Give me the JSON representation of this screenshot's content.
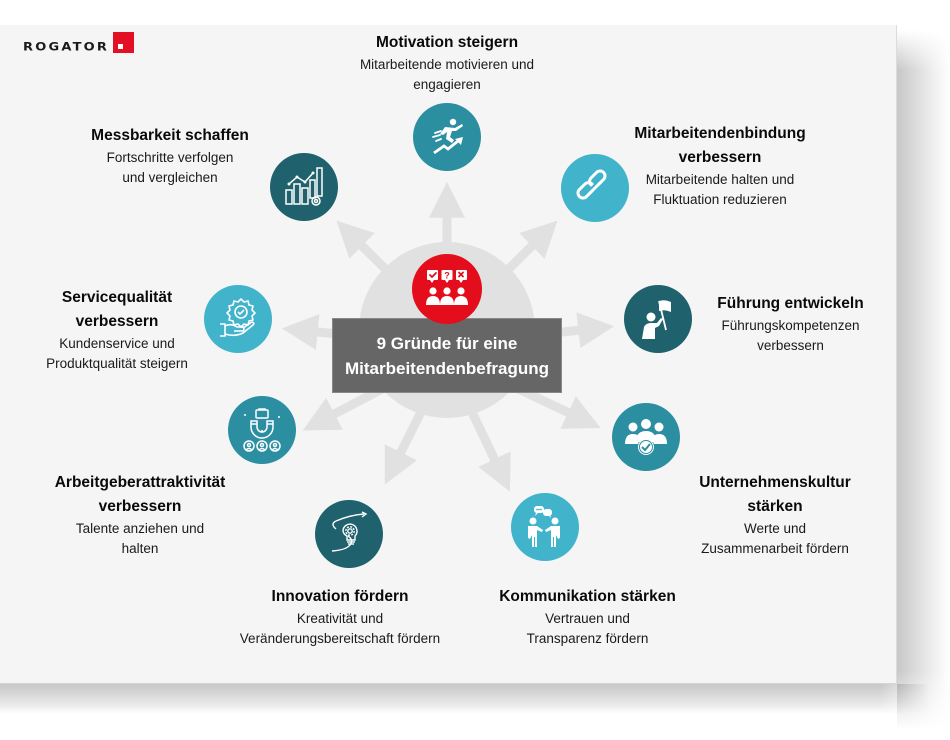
{
  "brand": {
    "logo_text": "ROGATOR",
    "accent_color": "#e30f25"
  },
  "hub": {
    "title_line1": "9 Gründe für eine",
    "title_line2": "Mitarbeitendenbefragung",
    "icon": "survey-feedback-group-icon",
    "icon_color": "#e30d1b",
    "box_color": "#666666"
  },
  "colors": {
    "teal": "#2b8fa1",
    "dark_teal": "#1f616c",
    "light_teal": "#41b3cb",
    "arrow": "#e1e1e1",
    "background": "#f5f5f5"
  },
  "reasons": [
    {
      "id": "motivation",
      "title": "Motivation steigern",
      "title_line2": "",
      "desc_line1": "Mitarbeitende motivieren und",
      "desc_line2": "engagieren",
      "icon": "running-growth-icon"
    },
    {
      "id": "retention",
      "title": "Mitarbeitendenbindung",
      "title_line2": "verbessern",
      "desc_line1": "Mitarbeitende halten und",
      "desc_line2": "Fluktuation reduzieren",
      "icon": "chain-link-icon"
    },
    {
      "id": "leadership",
      "title": "Führung entwickeln",
      "title_line2": "",
      "desc_line1": "Führungskompetenzen",
      "desc_line2": "verbessern",
      "icon": "person-flag-icon"
    },
    {
      "id": "culture",
      "title": "Unternehmenskultur",
      "title_line2": "stärken",
      "desc_line1": "Werte und",
      "desc_line2": "Zusammenarbeit fördern",
      "icon": "team-check-icon"
    },
    {
      "id": "communication",
      "title": "Kommunikation stärken",
      "title_line2": "",
      "desc_line1": "Vertrauen und",
      "desc_line2": "Transparenz fördern",
      "icon": "people-talking-icon"
    },
    {
      "id": "innovation",
      "title": "Innovation fördern",
      "title_line2": "",
      "desc_line1": "Kreativität und",
      "desc_line2": "Veränderungsbereitschaft fördern",
      "icon": "lightbulb-gear-icon"
    },
    {
      "id": "employer",
      "title": "Arbeitgeberattraktivität",
      "title_line2": "verbessern",
      "desc_line1": "Talente anziehen und",
      "desc_line2": "halten",
      "icon": "magnet-talent-icon"
    },
    {
      "id": "service",
      "title": "Servicequalität",
      "title_line2": "verbessern",
      "desc_line1": "Kundenservice und",
      "desc_line2": "Produktqualität steigern",
      "icon": "hand-quality-badge-icon"
    },
    {
      "id": "measurability",
      "title": "Messbarkeit schaffen",
      "title_line2": "",
      "desc_line1": "Fortschritte verfolgen",
      "desc_line2": "und vergleichen",
      "icon": "bar-chart-gear-icon"
    }
  ]
}
